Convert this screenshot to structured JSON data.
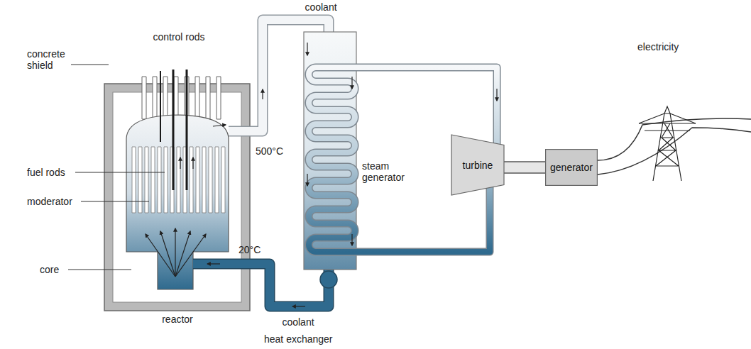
{
  "diagram": {
    "nodes": [
      {
        "text": [
          "turbine"
        ]
      },
      {
        "text": [
          "generator"
        ]
      }
    ],
    "edges": [
      {
        "from": 0,
        "to": 1,
        "arrow": "none"
      }
    ],
    "labels": [
      "coolant",
      "electricity",
      "control rods",
      "concrete shield",
      "500°C",
      "steam generator",
      "fuel rods",
      "moderator",
      "20°C",
      "core",
      "reactor",
      "coolant",
      "heat exchanger"
    ]
  }
}
